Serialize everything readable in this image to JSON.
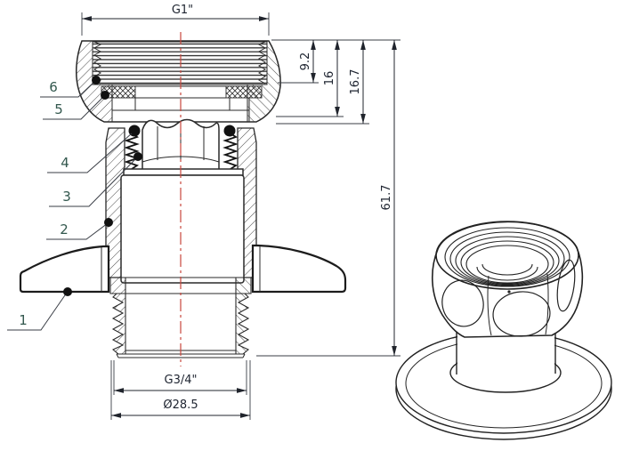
{
  "drawing": {
    "views": {
      "left": "cross-section-view",
      "right": "isometric-view"
    }
  },
  "dimensions": {
    "top_thread": {
      "label": "G1\""
    },
    "thread_depth": {
      "label": "9.2"
    },
    "nut_height": {
      "label": "16"
    },
    "head_height": {
      "label": "16.7"
    },
    "total_height": {
      "label": "61.7"
    },
    "bottom_thread": {
      "label": "G3/4\""
    },
    "outer_diameter": {
      "label": "Ø28.5"
    }
  },
  "callouts": [
    {
      "label": "1"
    },
    {
      "label": "2"
    },
    {
      "label": "3"
    },
    {
      "label": "4"
    },
    {
      "label": "5"
    },
    {
      "label": "6"
    }
  ],
  "colors": {
    "line": "#2a2a2a",
    "centerline": "#c8463c",
    "dim_text": "#1e2430",
    "callout_text": "#33584e",
    "background": "#ffffff"
  }
}
